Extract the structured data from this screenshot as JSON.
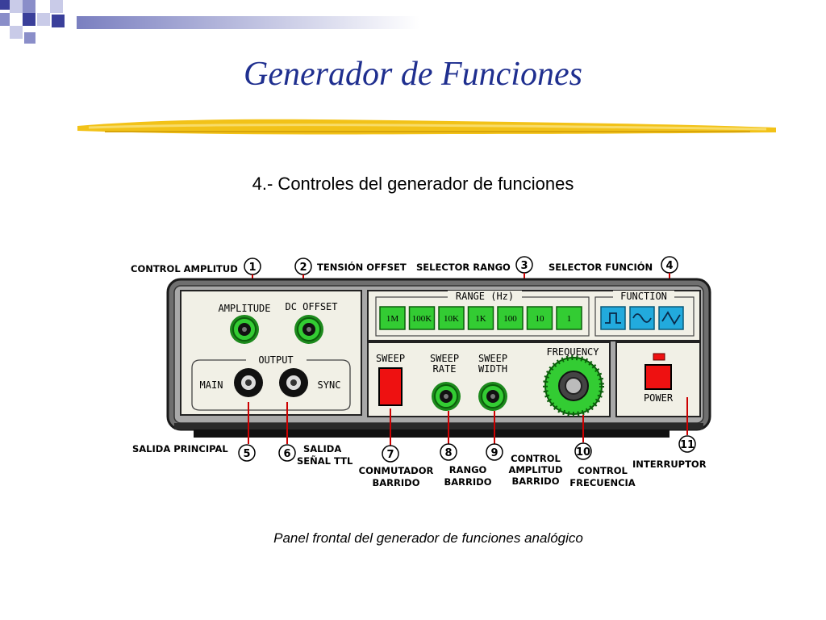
{
  "title": "Generador de Funciones",
  "subtitle": "4.- Controles del generador  de funciones",
  "caption": "Panel frontal del generador de funciones analógico",
  "colors": {
    "title": "#1f2f8f",
    "panel_green": "#33cc33",
    "function_blue": "#22aadd",
    "red": "#ee1111"
  },
  "panel": {
    "amplitude": "AMPLITUDE",
    "dc_offset": "DC OFFSET",
    "output": "OUTPUT",
    "main": "MAIN",
    "sync": "SYNC",
    "range_title": "RANGE (Hz)",
    "range_buttons": [
      "1M",
      "100K",
      "10K",
      "1K",
      "100",
      "10",
      "1"
    ],
    "function_title": "FUNCTION",
    "function_icons": [
      "square-wave-icon",
      "sine-wave-icon",
      "triangle-wave-icon"
    ],
    "sweep": "SWEEP",
    "sweep_rate_1": "SWEEP",
    "sweep_rate_2": "RATE",
    "sweep_width_1": "SWEEP",
    "sweep_width_2": "WIDTH",
    "frequency": "FREQUENCY",
    "power": "POWER"
  },
  "callouts": {
    "top": [
      {
        "label": "CONTROL AMPLITUD",
        "number": "1"
      },
      {
        "label": "TENSIÓN OFFSET",
        "number": "2"
      },
      {
        "label": "SELECTOR RANGO",
        "number": "3"
      },
      {
        "label": "SELECTOR FUNCIÓN",
        "number": "4"
      }
    ],
    "bottom": [
      {
        "lines": [
          "SALIDA PRINCIPAL"
        ],
        "number": "5"
      },
      {
        "lines": [
          "SALIDA",
          "SEÑAL TTL"
        ],
        "number": "6"
      },
      {
        "lines": [
          "CONMUTADOR",
          "BARRIDO"
        ],
        "number": "7"
      },
      {
        "lines": [
          "RANGO",
          "BARRIDO"
        ],
        "number": "8"
      },
      {
        "lines": [
          "CONTROL",
          "AMPLITUD",
          "BARRIDO"
        ],
        "number": "9"
      },
      {
        "lines": [
          "CONTROL",
          "FRECUENCIA"
        ],
        "number": "10"
      },
      {
        "lines": [
          "INTERRUPTOR"
        ],
        "number": "11"
      }
    ]
  }
}
